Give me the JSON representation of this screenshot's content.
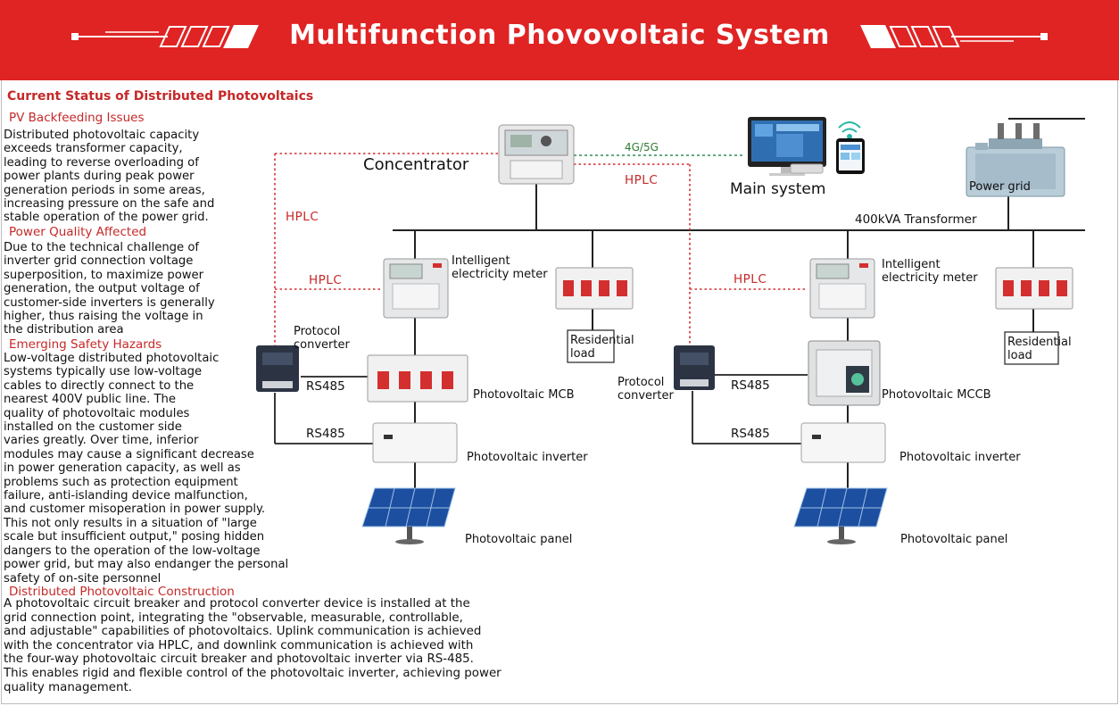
{
  "banner": {
    "title": "Multifunction Phovovoltaic System",
    "color": "#e02323"
  },
  "left": {
    "heading": "Current Status of Distributed Photovoltaics",
    "sections": [
      {
        "title": "PV Backfeeding Issues",
        "lines": [
          "Distributed photovoltaic capacity",
          "exceeds transformer capacity,",
          "leading to reverse overloading of",
          "power plants during peak power",
          "generation periods in some areas,",
          "increasing pressure on the safe and",
          "stable operation of the power grid."
        ]
      },
      {
        "title": "Power Quality Affected",
        "lines": [
          "Due to the technical challenge of",
          "inverter grid connection voltage",
          "superposition, to maximize power",
          "generation, the output voltage of",
          "customer-side inverters is generally",
          "higher, thus raising the voltage in",
          "the distribution area"
        ]
      },
      {
        "title": "Emerging Safety Hazards",
        "lines": [
          "Low-voltage distributed photovoltaic",
          "systems typically use low-voltage",
          "cables to directly connect to the",
          "nearest 400V public line. The",
          "quality of photovoltaic modules",
          "installed on the customer side",
          "varies greatly. Over time, inferior",
          "modules may cause a significant decrease",
          "in power generation capacity, as well as",
          "problems such as protection equipment",
          "failure, anti-islanding device malfunction,",
          "and customer misoperation in power supply.",
          "This not only results in a situation of \"large",
          "scale but insufficient output,\" posing hidden",
          "dangers to the operation of the low-voltage",
          "power grid, but may also endanger the personal",
          "safety of on-site personnel"
        ]
      },
      {
        "title": "Distributed Photovoltaic Construction",
        "lines": [
          "A photovoltaic circuit breaker and protocol converter device is installed at the",
          "grid connection point, integrating the \"observable, measurable, controllable,",
          "and adjustable\" capabilities of photovoltaics. Uplink communication is achieved",
          "with the concentrator via HPLC, and downlink communication is achieved with",
          "the four-way photovoltaic circuit breaker and photovoltaic inverter via RS-485.",
          "This enables rigid and flexible control of the photovoltaic inverter, achieving power",
          "quality management."
        ]
      }
    ]
  },
  "diagram": {
    "concentrator": "Concentrator",
    "link_4g": "4G/5G",
    "main_system": "Main system",
    "power_grid": "Power grid",
    "transformer": "400kVA Transformer",
    "hplc": "HPLC",
    "rs485": "RS485",
    "meter": [
      "Intelligent",
      "electricity meter"
    ],
    "protocol_converter": [
      "Protocol",
      "converter"
    ],
    "residential_load": [
      "Residential",
      "load"
    ],
    "pv_mcb": "Photovoltaic MCB",
    "pv_mccb": "Photovoltaic MCCB",
    "pv_inverter": "Photovoltaic inverter",
    "pv_panel": "Photovoltaic panel"
  }
}
